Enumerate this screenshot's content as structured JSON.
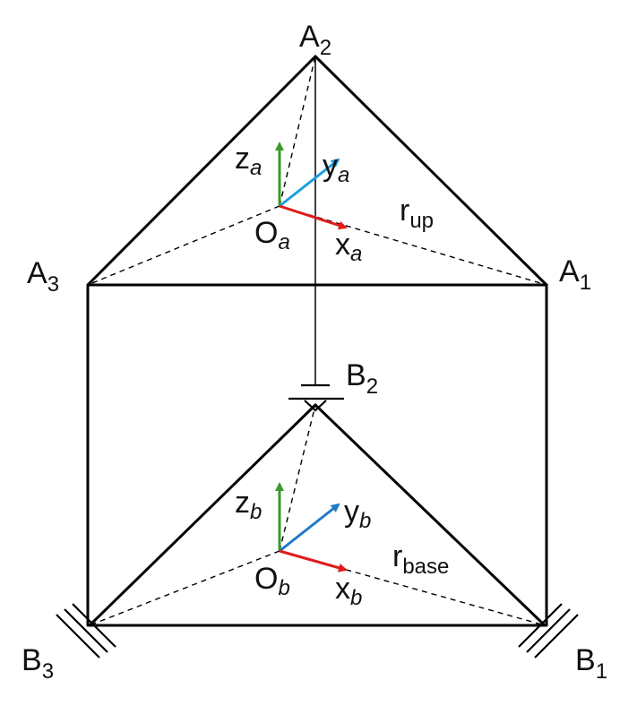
{
  "colors": {
    "x_axis": "#e01b1b",
    "y_axis": "#1a9ee0",
    "y_axis_base": "#1f78c8",
    "z_axis": "#3a9a2a",
    "text": "#111111"
  },
  "points": {
    "A1": {
      "base": "A",
      "sub": "1"
    },
    "A2": {
      "base": "A",
      "sub": "2"
    },
    "A3": {
      "base": "A",
      "sub": "3"
    },
    "B1": {
      "base": "B",
      "sub": "1"
    },
    "B2": {
      "base": "B",
      "sub": "2"
    },
    "B3": {
      "base": "B",
      "sub": "3"
    }
  },
  "frames": {
    "upper": {
      "origin": {
        "base": "O",
        "sub": "a"
      },
      "x": {
        "base": "x",
        "sub": "a"
      },
      "y": {
        "base": "y",
        "sub": "a"
      },
      "z": {
        "base": "z",
        "sub": "a"
      }
    },
    "base": {
      "origin": {
        "base": "O",
        "sub": "b"
      },
      "x": {
        "base": "x",
        "sub": "b"
      },
      "y": {
        "base": "y",
        "sub": "b"
      },
      "z": {
        "base": "z",
        "sub": "b"
      }
    }
  },
  "radii": {
    "upper": {
      "base": "r",
      "sub": "up"
    },
    "base": {
      "base": "r",
      "sub": "base"
    }
  }
}
